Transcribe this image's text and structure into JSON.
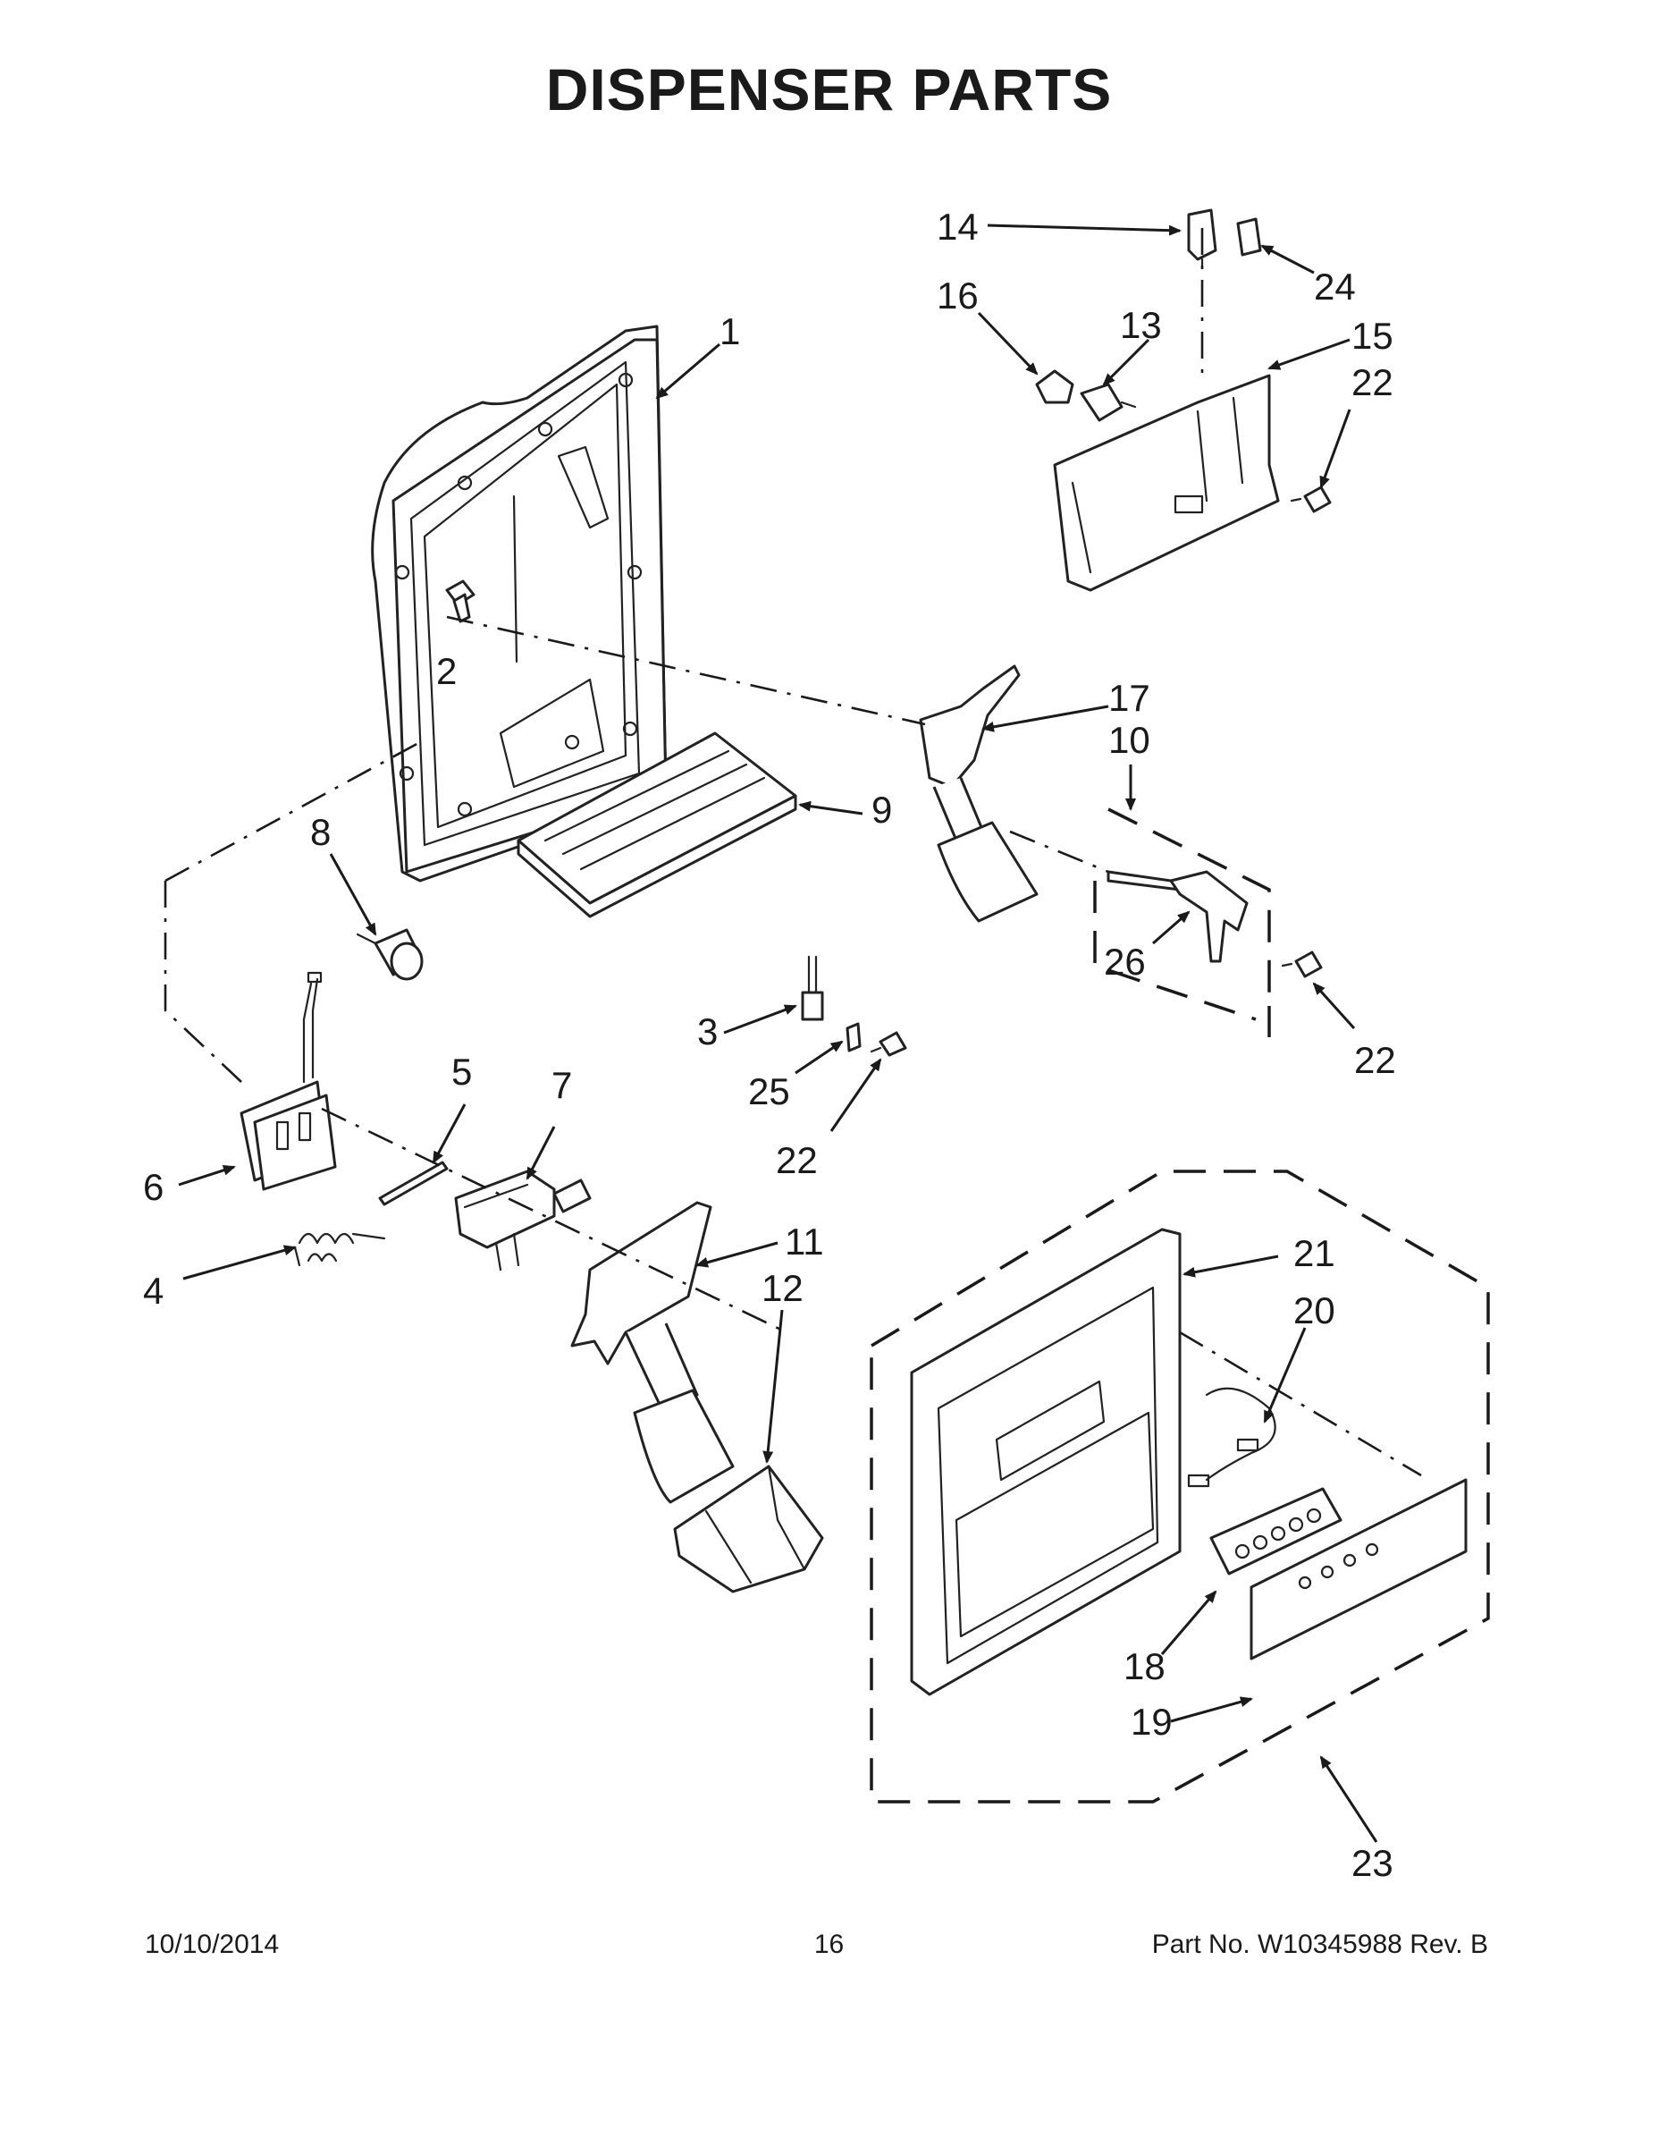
{
  "title": "DISPENSER PARTS",
  "footer": {
    "date": "10/10/2014",
    "page": "16",
    "part_number": "Part No.  W10345988  Rev.  B"
  },
  "callouts": {
    "c1": "1",
    "c2": "2",
    "c3": "3",
    "c4": "4",
    "c5": "5",
    "c6": "6",
    "c7": "7",
    "c8": "8",
    "c9": "9",
    "c10": "10",
    "c11": "11",
    "c12": "12",
    "c13": "13",
    "c14": "14",
    "c15": "15",
    "c16": "16",
    "c17": "17",
    "c18": "18",
    "c19": "19",
    "c20": "20",
    "c21": "21",
    "c22a": "22",
    "c22b": "22",
    "c22c": "22",
    "c23": "23",
    "c24": "24",
    "c25": "25",
    "c26": "26"
  }
}
